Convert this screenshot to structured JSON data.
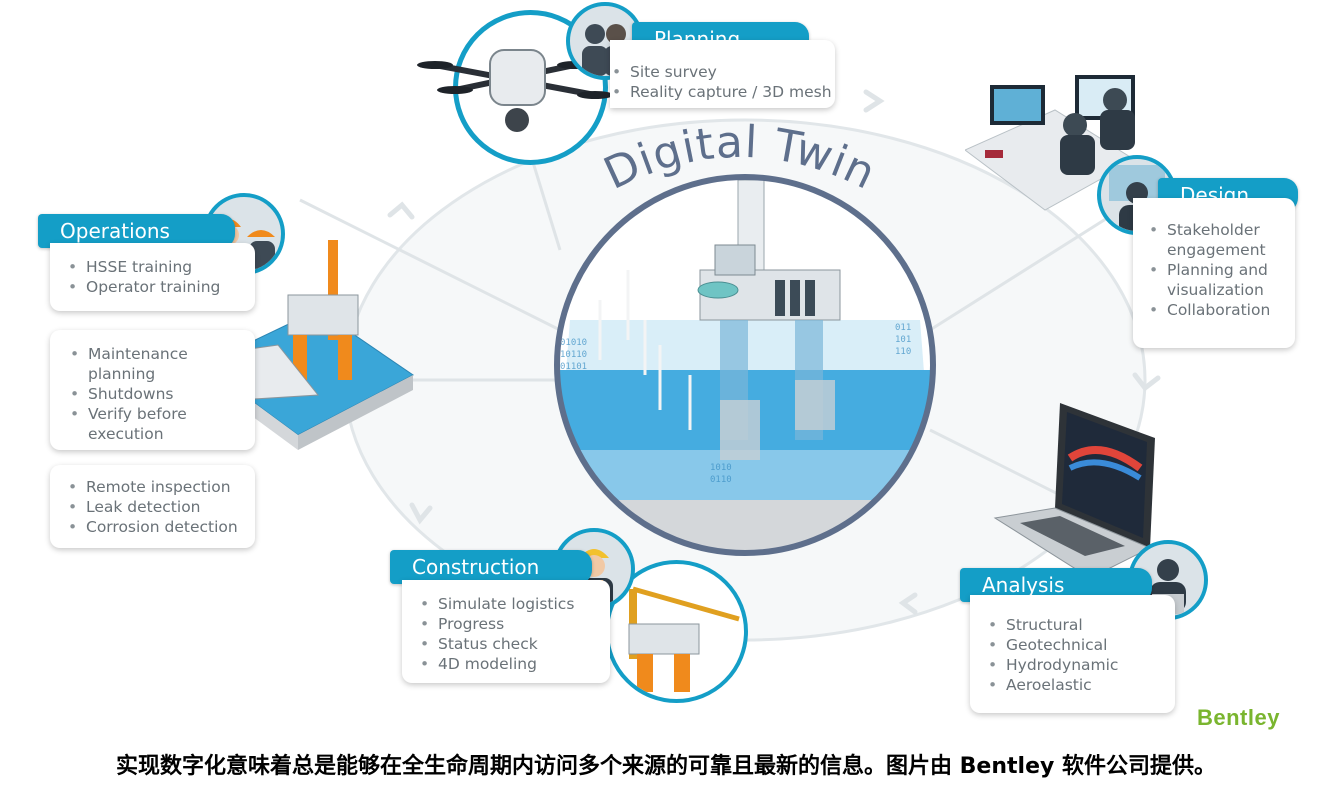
{
  "center": {
    "title": "Digital Twin"
  },
  "sections": {
    "planning": {
      "label": "Planning",
      "items": [
        "Site survey",
        "Reality capture / 3D mesh"
      ]
    },
    "design": {
      "label": "Design",
      "items": [
        "Stakeholder engagement",
        "Planning and visualization",
        "Collaboration"
      ]
    },
    "analysis": {
      "label": "Analysis",
      "items": [
        "Structural",
        "Geotechnical",
        "Hydrodynamic",
        "Aeroelastic"
      ]
    },
    "construction": {
      "label": "Construction",
      "items": [
        "Simulate logistics",
        "Progress",
        "Status check",
        "4D modeling"
      ]
    },
    "operations": {
      "label": "Operations",
      "items": [
        "HSSE training",
        "Operator training"
      ],
      "box2": [
        "Maintenance planning",
        "Shutdowns",
        "Verify before execution"
      ],
      "box3": [
        "Remote inspection",
        "Leak detection",
        "Corrosion detection"
      ]
    }
  },
  "brand": "Bentley",
  "caption": "实现数字化意味着总是能够在全生命周期内访问多个来源的可靠且最新的信息。图片由 Bentley 软件公司提供。",
  "colors": {
    "accent": "#149ec7",
    "ring": "#5e6f8c",
    "water": "#3aa6d8",
    "brand": "#7ab52f"
  },
  "icons": [
    "drone-icon",
    "engineers-icon",
    "offshore-platform-icon",
    "wind-turbine-icon",
    "laptop-icon",
    "crane-icon",
    "workers-icon",
    "vessel-icon"
  ]
}
